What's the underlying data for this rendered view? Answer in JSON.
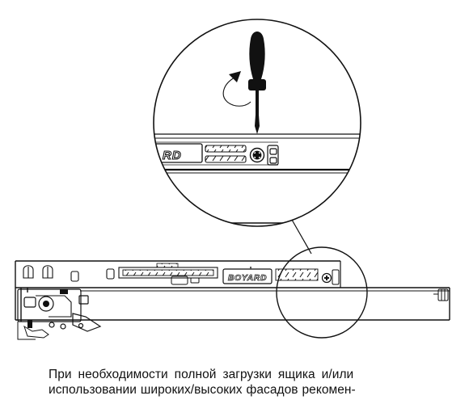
{
  "brand": {
    "logo_text": "BOYARD",
    "logo_fragment": "RD"
  },
  "instruction": {
    "line_1": "При необходимости полной загрузки ящика и/или",
    "line_2": "использовании широких/высоких фасадов рекомен-"
  },
  "icons": {
    "tool": "screwdriver-icon",
    "rotation": "rotate-arrow-icon",
    "adjust_screw": "phillips-screw-icon"
  },
  "colors": {
    "ink": "#111111",
    "background": "#ffffff"
  }
}
